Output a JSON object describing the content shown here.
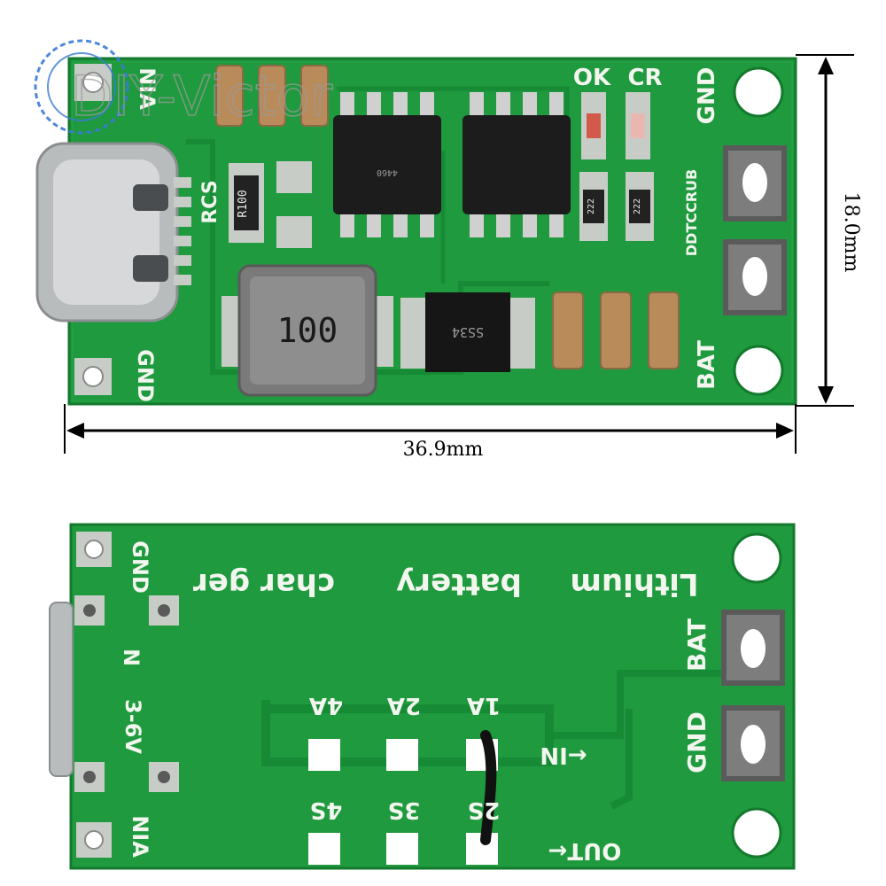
{
  "watermark": "DIY-Victor",
  "colors": {
    "pcb": "#1f9a3e",
    "pcb_dark": "#137a2d",
    "silkscreen": "#f2f6ef",
    "pad": "#c8ccc6",
    "chip": "#1c1c1c",
    "dimension_line": "#000000"
  },
  "dimensions": {
    "width": "36.9mm",
    "height": "18.0mm"
  },
  "top_board": {
    "labels": {
      "in": "NIA",
      "gnd_left": "GND",
      "rcs": "RCS",
      "ok": "OK",
      "cr": "CR",
      "gnd_right": "GND",
      "bat": "BAT",
      "code": "DDTCCRUB"
    },
    "components": {
      "resistor": "R100",
      "inductor": "100",
      "diode": "SS34",
      "ic_left": "4460",
      "small_resistor_a": "222",
      "small_resistor_b": "222"
    }
  },
  "bottom_board": {
    "labels": {
      "gnd_left": "GND",
      "in_left": "NIA",
      "title_a": "Lithium",
      "title_b": "battery",
      "title_c": "char ger",
      "input_n": "N",
      "voltage": "3-6V",
      "bat": "BAT",
      "gnd_right": "GND",
      "amp_4": "4A",
      "amp_2": "2A",
      "amp_1": "1A",
      "cell_4": "4S",
      "cell_3": "3S",
      "cell_2": "2S",
      "in_arrow": "←IN",
      "out_arrow": "OUT←"
    }
  }
}
